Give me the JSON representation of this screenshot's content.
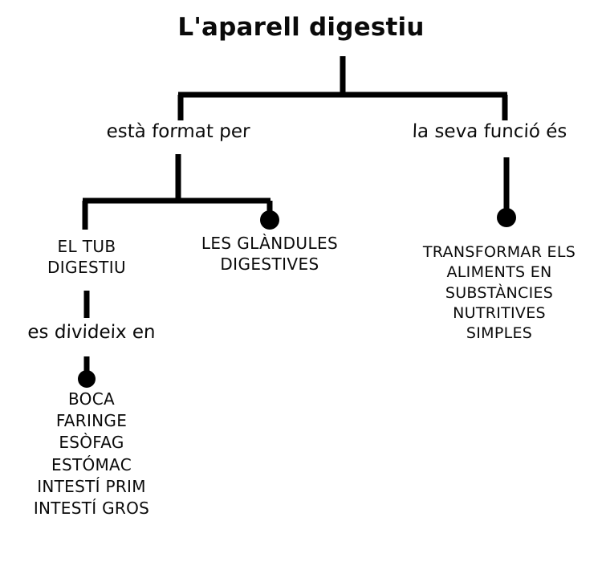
{
  "diagram": {
    "type": "concept-map",
    "title": "L'aparell digestiu",
    "background_color": "#ffffff",
    "ink_color": "#000000",
    "root": {
      "label": "L'aparell digestiu"
    },
    "link_phrases": {
      "formed_by": "està format  per",
      "function_is": "la seva funció és",
      "divides_into": "es divideix en"
    },
    "nodes": {
      "tube": "EL TUB\nDIGESTIU",
      "glands": "LES GLÀNDULES\nDIGESTIVES",
      "function": "TRANSFORMAR ELS\nALIMENTS EN\nSUBSTÀNCIES\nNUTRITIVES\nSIMPLES",
      "organs": "BOCA\nFARINGE\nESÒFAG\nESTÓMAC\nINTESTÍ PRIM\nINTESTÍ GROS"
    },
    "organ_list": [
      "BOCA",
      "FARINGE",
      "ESÒFAG",
      "ESTÓMAC",
      "INTESTÍ PRIM",
      "INTESTÍ GROS"
    ],
    "function_lines": [
      "TRANSFORMAR ELS",
      "ALIMENTS EN",
      "SUBSTÀNCIES",
      "NUTRITIVES",
      "SIMPLES"
    ]
  }
}
